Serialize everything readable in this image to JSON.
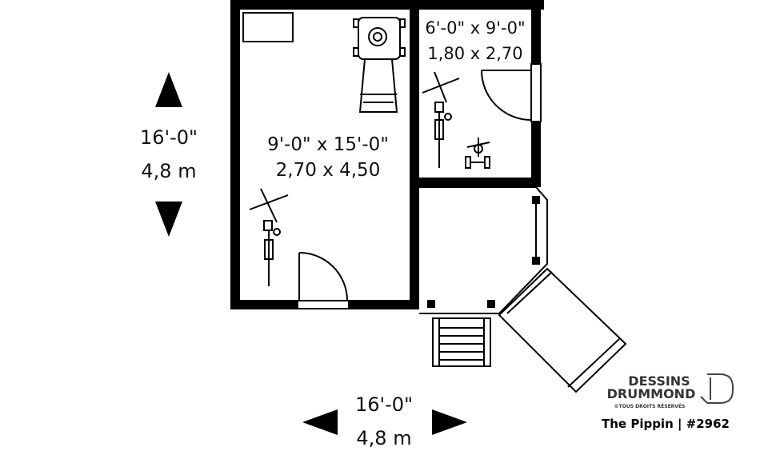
{
  "plan": {
    "main_room": {
      "dim_imperial": "9'-0\" x 15'-0\"",
      "dim_metric": "2,70 x 4,50"
    },
    "side_room": {
      "dim_imperial": "6'-0\" x 9'-0\"",
      "dim_metric": "1,80 x 2,70"
    }
  },
  "overall_dimensions": {
    "vertical": {
      "imperial": "16'-0\"",
      "metric": "4,8 m"
    },
    "horizontal": {
      "imperial": "16'-0\"",
      "metric": "4,8 m"
    }
  },
  "branding": {
    "logo_line1": "DESSINS",
    "logo_line2": "DRUMMOND",
    "rights": "©TOUS DROITS RÉSERVÉS",
    "caption": "The Pippin | #2962"
  }
}
